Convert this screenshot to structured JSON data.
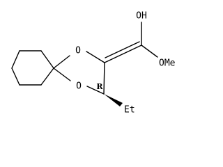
{
  "molecule": {
    "atoms": {
      "ring_oxygen_top": "O",
      "ring_oxygen_bottom": "O",
      "hydroxyl": "OH",
      "methoxy": "OMe",
      "ethyl": "Et"
    },
    "stereo_descriptor": "R"
  },
  "colors": {
    "bond": "#000000",
    "background": "#ffffff"
  }
}
